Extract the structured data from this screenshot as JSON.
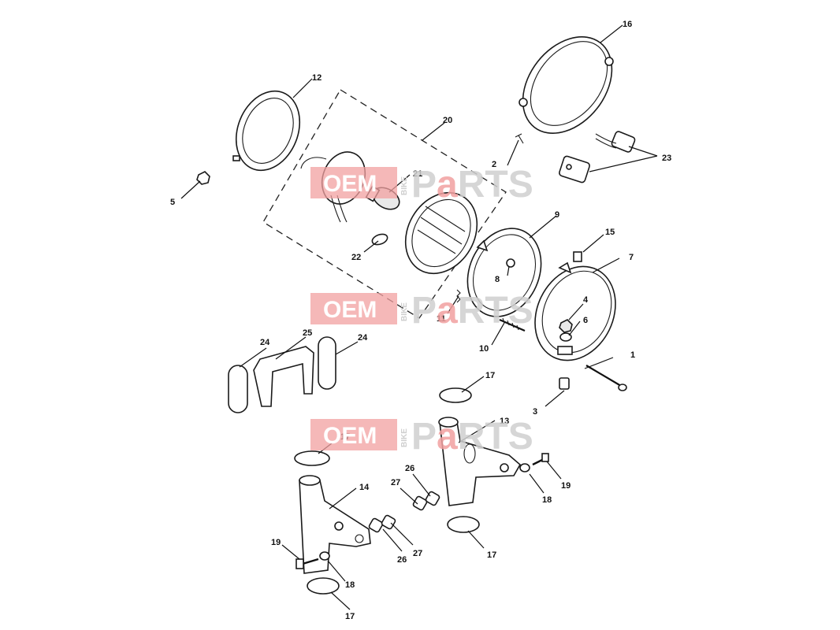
{
  "callouts": {
    "c1": "1",
    "c2": "2",
    "c3": "3",
    "c4": "4",
    "c5": "5",
    "c6": "6",
    "c7": "7",
    "c8": "8",
    "c9": "9",
    "c10": "10",
    "c11": "11",
    "c12": "12",
    "c13": "13",
    "c14": "14",
    "c15": "15",
    "c16": "16",
    "c17a": "17",
    "c17b": "17",
    "c17c": "17",
    "c17d": "17",
    "c18a": "18",
    "c18b": "18",
    "c19a": "19",
    "c19b": "19",
    "c20": "20",
    "c21": "21",
    "c22": "22",
    "c23": "23",
    "c24a": "24",
    "c24b": "24",
    "c25": "25",
    "c26a": "26",
    "c26b": "26",
    "c27a": "27",
    "c27b": "27"
  },
  "watermark": {
    "oem": "OEM",
    "bike": "BIKE",
    "parts_pre": "P",
    "parts_a": "a",
    "parts_post": "RTS"
  },
  "colors": {
    "line": "#1a1a1a",
    "watermark_red": "#f2a0a0",
    "watermark_grey": "#cfcfcf"
  }
}
